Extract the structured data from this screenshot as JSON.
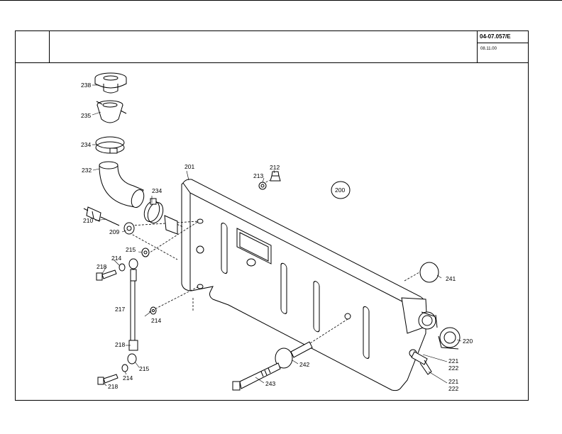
{
  "header": {
    "drawing_number": "04-07.057/E",
    "date": "08.11.00"
  },
  "callouts": {
    "c201": "201",
    "c200": "200",
    "c209": "209",
    "c210": "210",
    "c212": "212",
    "c213": "213",
    "c214a": "214",
    "c214b": "214",
    "c214c": "214",
    "c215a": "215",
    "c215b": "215",
    "c217": "217",
    "c218a": "218",
    "c218b": "218",
    "c218c": "218",
    "c220": "220",
    "c221a": "221",
    "c222a": "222",
    "c221b": "221",
    "c222b": "222",
    "c232": "232",
    "c234a": "234",
    "c234b": "234",
    "c235": "235",
    "c238": "238",
    "c241": "241",
    "c242": "242",
    "c243": "243"
  }
}
